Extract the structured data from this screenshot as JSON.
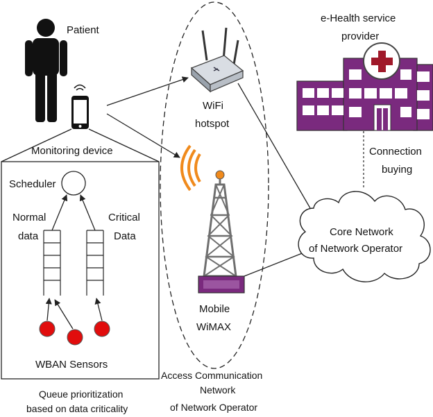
{
  "labels": {
    "patient": "Patient",
    "monitoring_device": "Monitoring device",
    "scheduler": "Scheduler",
    "normal_data_line1": "Normal",
    "normal_data_line2": "data",
    "critical_data_line1": "Critical",
    "critical_data_line2": "Data",
    "wban_sensors": "WBAN Sensors",
    "queue_caption_line1": "Queue prioritization",
    "queue_caption_line2": "based on data criticality",
    "wifi_line1": "WiFi",
    "wifi_line2": "hotspot",
    "wimax_line1": "Mobile",
    "wimax_line2": "WiMAX",
    "access_line1": "Access Communication",
    "access_line2": "Network",
    "access_line3": "of Network Operator",
    "ehealth_line1": "e-Health service",
    "ehealth_line2": "provider",
    "connection_line1": "Connection",
    "connection_line2": "buying",
    "core_line1": "Core Network",
    "core_line2": "of Network Operator"
  },
  "colors": {
    "hospital_purple": "#7a2a7e",
    "cross_red": "#a0192a",
    "sensor_red": "#e10d0d",
    "signal_orange": "#f08a1c",
    "tower_gray": "#6f6f6f",
    "line_dark": "#222222"
  },
  "icons": [
    "person-icon",
    "smartphone-icon",
    "router-icon",
    "radio-tower-icon",
    "hospital-icon",
    "cloud-icon",
    "sensor-icon",
    "queue-icon"
  ]
}
